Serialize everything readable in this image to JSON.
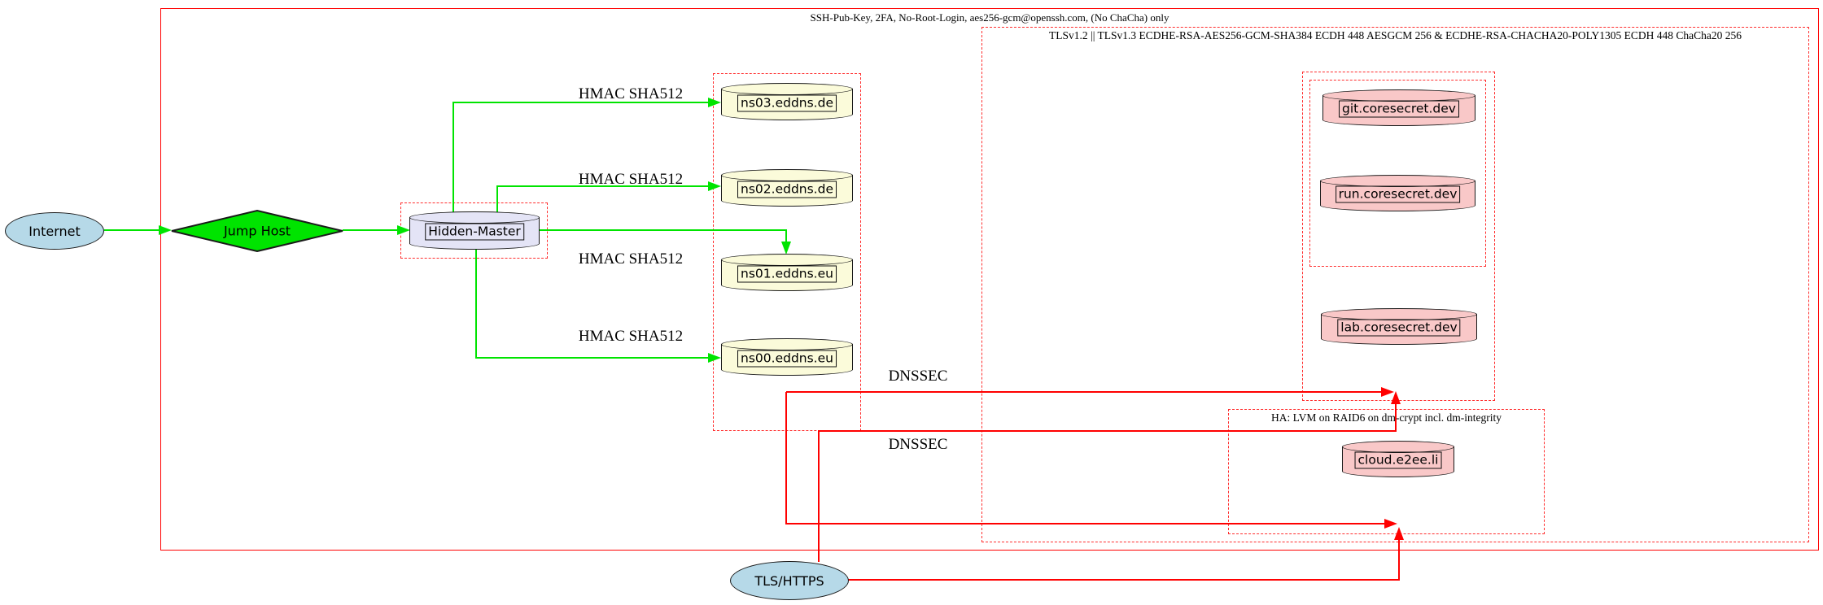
{
  "clusters": {
    "ssh": {
      "label": "SSH-Pub-Key, 2FA, No-Root-Login, aes256-gcm@openssh.com, (No ChaCha) only",
      "border": "solid",
      "color": "#ff0000"
    },
    "tls": {
      "label": "TLSv1.2 || TLSv1.3 ECDHE-RSA-AES256-GCM-SHA384 ECDH 448 AESGCM 256 & ECDHE-RSA-CHACHA20-POLY1305 ECDH 448 ChaCha20 256",
      "border": "dashed",
      "color": "#ff0000"
    },
    "ha": {
      "label": "HA: LVM on RAID6 on dm-crypt incl. dm-integrity",
      "border": "dashed",
      "color": "#ff0000"
    },
    "eddns": {
      "label": "",
      "border": "dashed",
      "color": "#ff0000"
    },
    "hidden_master_box": {
      "label": "",
      "border": "dashed",
      "color": "#ff0000"
    },
    "coresecret_outer": {
      "label": "",
      "border": "dashed",
      "color": "#ff0000"
    },
    "coresecret_inner": {
      "label": "",
      "border": "dashed",
      "color": "#ff0000"
    }
  },
  "nodes": {
    "internet": {
      "label": "Internet",
      "shape": "ellipse",
      "fill": "#b6d9e8"
    },
    "jump_host": {
      "label": "Jump Host",
      "shape": "diamond",
      "fill": "#00e400"
    },
    "hidden_master": {
      "label": "Hidden-Master",
      "shape": "cylinder",
      "fill": "#e4e4f6"
    },
    "ns03": {
      "label": "ns03.eddns.de",
      "shape": "cylinder",
      "fill": "#fbfbda"
    },
    "ns02": {
      "label": "ns02.eddns.de",
      "shape": "cylinder",
      "fill": "#fbfbda"
    },
    "ns01": {
      "label": "ns01.eddns.eu",
      "shape": "cylinder",
      "fill": "#fbfbda"
    },
    "ns00": {
      "label": "ns00.eddns.eu",
      "shape": "cylinder",
      "fill": "#fbfbda"
    },
    "git": {
      "label": "git.coresecret.dev",
      "shape": "cylinder",
      "fill": "#f9c8c8"
    },
    "run": {
      "label": "run.coresecret.dev",
      "shape": "cylinder",
      "fill": "#f9c8c8"
    },
    "lab": {
      "label": "lab.coresecret.dev",
      "shape": "cylinder",
      "fill": "#f9c8c8"
    },
    "cloud": {
      "label": "cloud.e2ee.li",
      "shape": "cylinder",
      "fill": "#f9c8c8"
    },
    "tls_https": {
      "label": "TLS/HTTPS",
      "shape": "ellipse",
      "fill": "#b6d9e8"
    }
  },
  "edge_labels": {
    "hmac": "HMAC SHA512",
    "dnssec": "DNSSEC"
  },
  "edges": [
    {
      "from": "Internet",
      "to": "Jump Host",
      "label": "",
      "color": "#00e400"
    },
    {
      "from": "Jump Host",
      "to": "Hidden-Master",
      "label": "",
      "color": "#00e400"
    },
    {
      "from": "Hidden-Master",
      "to": "ns03.eddns.de",
      "label": "HMAC SHA512",
      "color": "#00e400"
    },
    {
      "from": "Hidden-Master",
      "to": "ns02.eddns.de",
      "label": "HMAC SHA512",
      "color": "#00e400"
    },
    {
      "from": "Hidden-Master",
      "to": "ns01.eddns.eu",
      "label": "HMAC SHA512",
      "color": "#00e400"
    },
    {
      "from": "Hidden-Master",
      "to": "ns00.eddns.eu",
      "label": "HMAC SHA512",
      "color": "#00e400"
    },
    {
      "from": "eddns-cluster",
      "to": "coresecret-cluster",
      "label": "DNSSEC",
      "color": "#ff0000"
    },
    {
      "from": "eddns-cluster",
      "to": "ha-cluster",
      "label": "",
      "color": "#ff0000"
    },
    {
      "from": "TLS/HTTPS",
      "to": "coresecret-cluster",
      "label": "DNSSEC",
      "color": "#ff0000"
    },
    {
      "from": "TLS/HTTPS",
      "to": "ha-cluster",
      "label": "",
      "color": "#ff0000"
    }
  ],
  "colors": {
    "edge_green": "#00e400",
    "edge_red": "#ff0000",
    "node_blue": "#b6d9e8",
    "node_green": "#00e400",
    "node_lavender": "#e4e4f6",
    "node_yellow": "#fbfbda",
    "node_pink": "#f9c8c8"
  }
}
